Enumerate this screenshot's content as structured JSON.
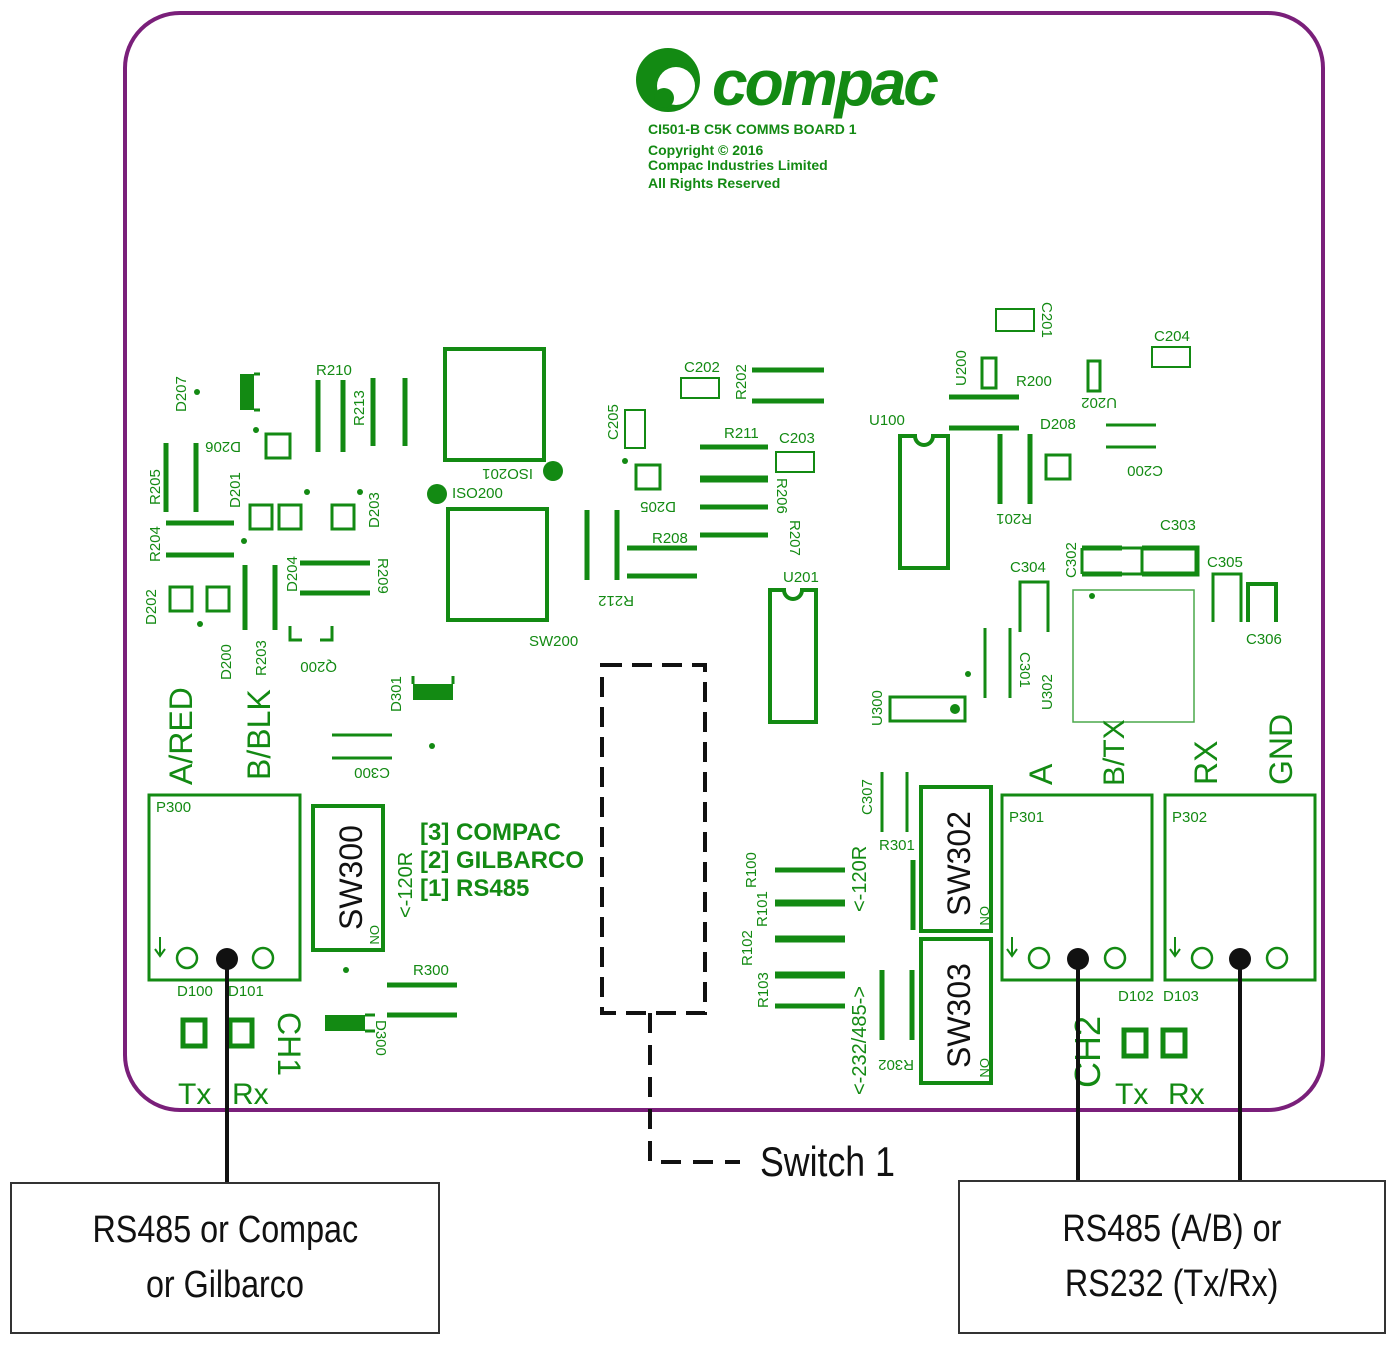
{
  "board": {
    "brand": "compac",
    "title_line": "CI501-B C5K COMMS BOARD 1",
    "copyright": "Copyright © 2016",
    "company": "Compac Industries Limited",
    "rights": "All Rights Reserved",
    "outline_color": "#7a1f7a",
    "silk_color": "#138a13"
  },
  "components": {
    "D207": "D207",
    "R210": "R210",
    "R213": "R213",
    "D206": "D206",
    "D201": "D201",
    "D203": "D203",
    "R205": "R205",
    "R204": "R204",
    "D202": "D202",
    "D200": "D200",
    "R203": "R203",
    "D204": "D204",
    "R209": "R209",
    "Q200": "Q200",
    "D301": "D301",
    "C300": "C300",
    "ISO201": "ISO201",
    "ISO200": "ISO200",
    "SW200": "SW200",
    "C205": "C205",
    "D205": "D205",
    "R212": "R212",
    "R208": "R208",
    "C202": "C202",
    "R202": "R202",
    "R211": "R211",
    "C203": "C203",
    "R206": "R206",
    "R207": "R207",
    "U201": "U201",
    "U100": "U100",
    "U200": "U200",
    "R200": "R200",
    "C201": "C201",
    "C204": "C204",
    "U202": "U202",
    "D208": "D208",
    "C200": "C200",
    "R201": "R201",
    "C303": "C303",
    "C302": "C302",
    "C304": "C304",
    "C305": "C305",
    "C306": "C306",
    "C301": "C301",
    "U302": "U302",
    "U300": "U300",
    "C307": "C307",
    "R301": "R301",
    "R100": "R100",
    "R101": "R101",
    "R102": "R102",
    "R103": "R103",
    "R302": "R302",
    "R300": "R300",
    "D300": "D300",
    "D100": "D100",
    "D101": "D101",
    "D102": "D102",
    "D103": "D103"
  },
  "connectors": {
    "p300": {
      "ref": "P300",
      "pin_a": "A/RED",
      "pin_b": "B/BLK",
      "channel": "CH1",
      "tx": "Tx",
      "rx": "Rx"
    },
    "p301": {
      "ref": "P301",
      "pin_a": "A",
      "pin_b": "B/TX"
    },
    "p302": {
      "ref": "P302",
      "pin_rx": "RX",
      "pin_gnd": "GND",
      "channel": "CH2",
      "tx": "Tx",
      "rx": "Rx"
    }
  },
  "switches": {
    "sw300": {
      "ref": "SW300",
      "on": "ON",
      "term": "<-120R"
    },
    "sw302": {
      "ref": "SW302",
      "on": "ON",
      "term": "<-120R"
    },
    "sw303": {
      "ref": "SW303",
      "on": "ON",
      "mode": "<-232/485->"
    }
  },
  "modes": {
    "m3": "[3] COMPAC",
    "m2": "[2] GILBARCO",
    "m1": "[1] RS485"
  },
  "callouts": {
    "switch1": "Switch 1",
    "left_line1": "RS485 or Compac",
    "left_line2": "or Gilbarco",
    "right_line1": "RS485 (A/B) or",
    "right_line2": "RS232 (Tx/Rx)"
  }
}
